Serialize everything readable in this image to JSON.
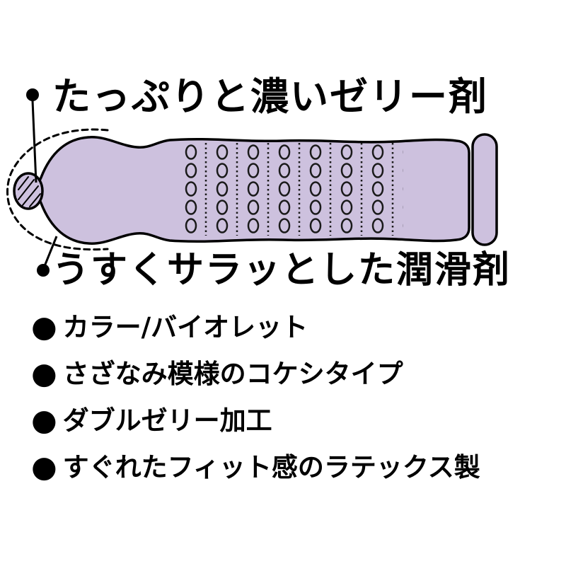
{
  "illustration": {
    "top_label": "たっぷりと濃いゼリー剤",
    "bottom_label": "うすくサラッとした潤滑剤",
    "body_color": "#cdc1de",
    "outline_color": "#000000"
  },
  "features": {
    "bullet": "●",
    "items": [
      "カラー/バイオレット",
      "さざなみ模様のコケシタイプ",
      "ダブルゼリー加工",
      "すぐれたフィット感のラテックス製"
    ]
  }
}
